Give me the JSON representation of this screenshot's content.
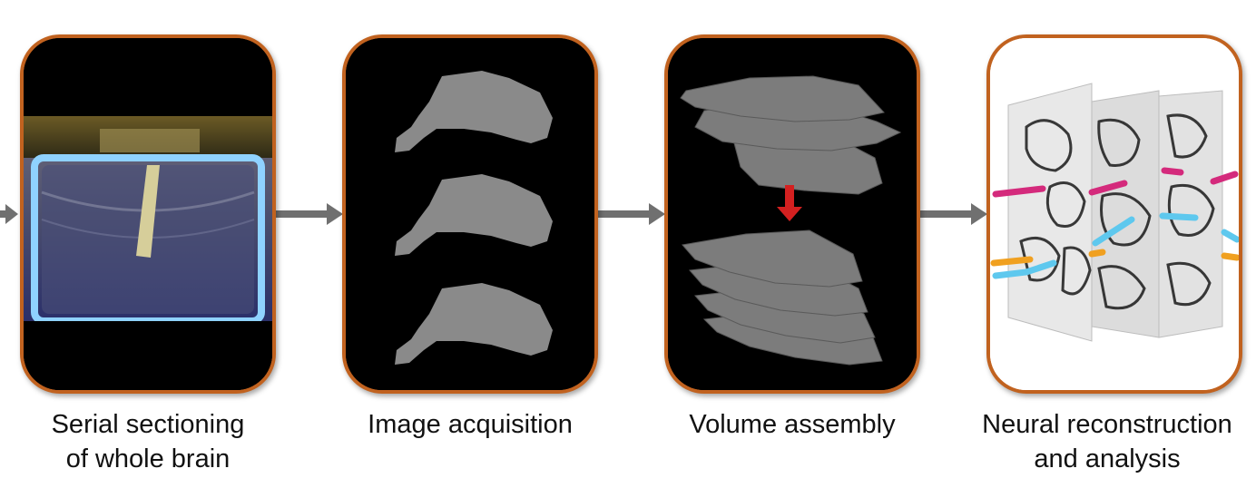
{
  "steps": [
    {
      "caption_line1": "Serial sectioning",
      "caption_line2": "of whole brain",
      "icon": "microtome-knife-icon"
    },
    {
      "caption_line1": "Image acquisition",
      "caption_line2": "",
      "icon": "brain-section-images-icon"
    },
    {
      "caption_line1": "Volume assembly",
      "caption_line2": "",
      "icon": "volume-stack-icon"
    },
    {
      "caption_line1": "Neural reconstruction",
      "caption_line2": "and analysis",
      "icon": "neuron-tracing-icon"
    }
  ],
  "colors": {
    "frame_border": "#c1621f",
    "arrow": "#707070",
    "assembly_arrow": "#d42020",
    "trace_magenta": "#d42a7c",
    "trace_cyan": "#5ec8ee",
    "trace_orange": "#f0a020"
  }
}
